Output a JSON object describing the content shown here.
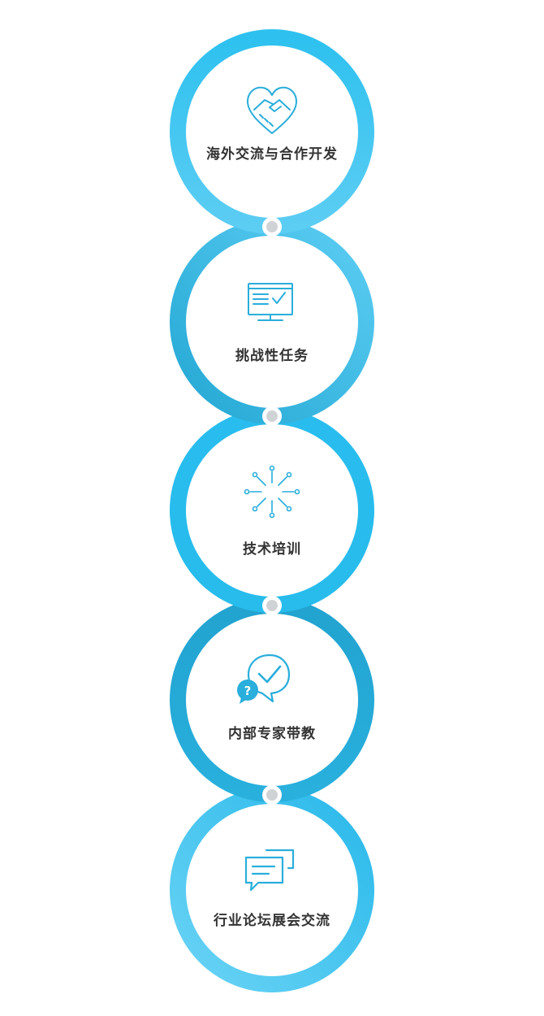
{
  "colors": {
    "ring_light": "#5ccdf3",
    "ring_mid": "#27bcec",
    "ring_dark": "#24a8d4",
    "icon": "#2aaedb",
    "dot": "#d0d3d6",
    "text": "#333333"
  },
  "steps": [
    {
      "label": "海外交流与合作开发",
      "icon": "handshake-heart-icon"
    },
    {
      "label": "挑战性任务",
      "icon": "monitor-checklist-icon"
    },
    {
      "label": "技术培训",
      "icon": "burst-network-icon"
    },
    {
      "label": "内部专家带教",
      "icon": "question-check-bubbles-icon"
    },
    {
      "label": "行业论坛展会交流",
      "icon": "chat-bubbles-icon"
    }
  ]
}
